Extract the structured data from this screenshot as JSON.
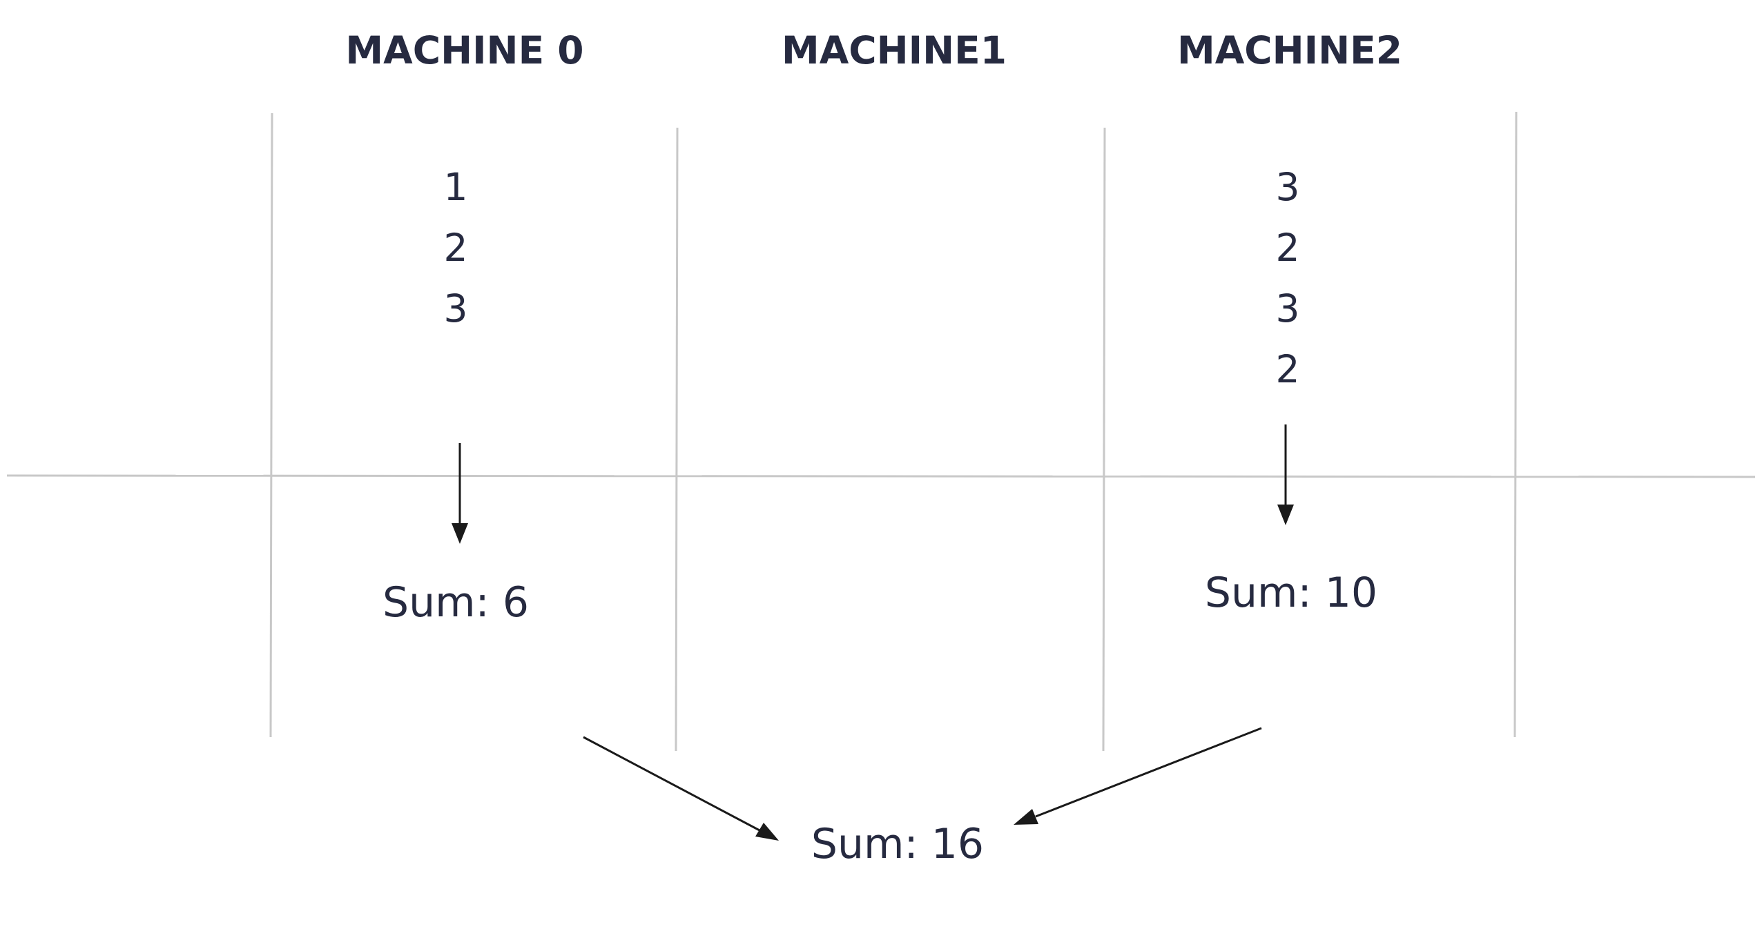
{
  "headers": {
    "machine0": "MACHINE 0",
    "machine1": "MACHINE1",
    "machine2": "MACHINE2"
  },
  "machine0": {
    "values": [
      "1",
      "2",
      "3"
    ],
    "sum": "Sum: 6"
  },
  "machine2": {
    "values": [
      "3",
      "2",
      "3",
      "2"
    ],
    "sum": "Sum: 10"
  },
  "total": {
    "sum": "Sum: 16"
  },
  "colors": {
    "text": "#262a40",
    "grid": "#c8c8c8",
    "arrow": "#1a1a1a"
  }
}
